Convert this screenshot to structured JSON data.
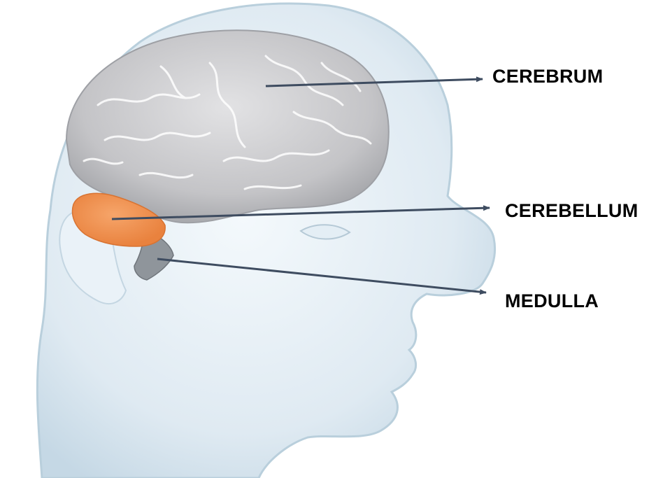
{
  "labels": {
    "cerebrum": "CEREBRUM",
    "cerebellum": "CEREBELLUM",
    "medulla": "MEDULLA"
  },
  "colors": {
    "background": "#ffffff",
    "head_fill": "#e6f0f6",
    "head_outline": "#b9cfdc",
    "brain_fill": "#cfcfd1",
    "brain_folds": "#ffffff",
    "cerebellum_highlight": "#f0955a",
    "brainstem": "#8f959b",
    "pointer_line": "#3e4c60",
    "label_text": "#000000"
  }
}
